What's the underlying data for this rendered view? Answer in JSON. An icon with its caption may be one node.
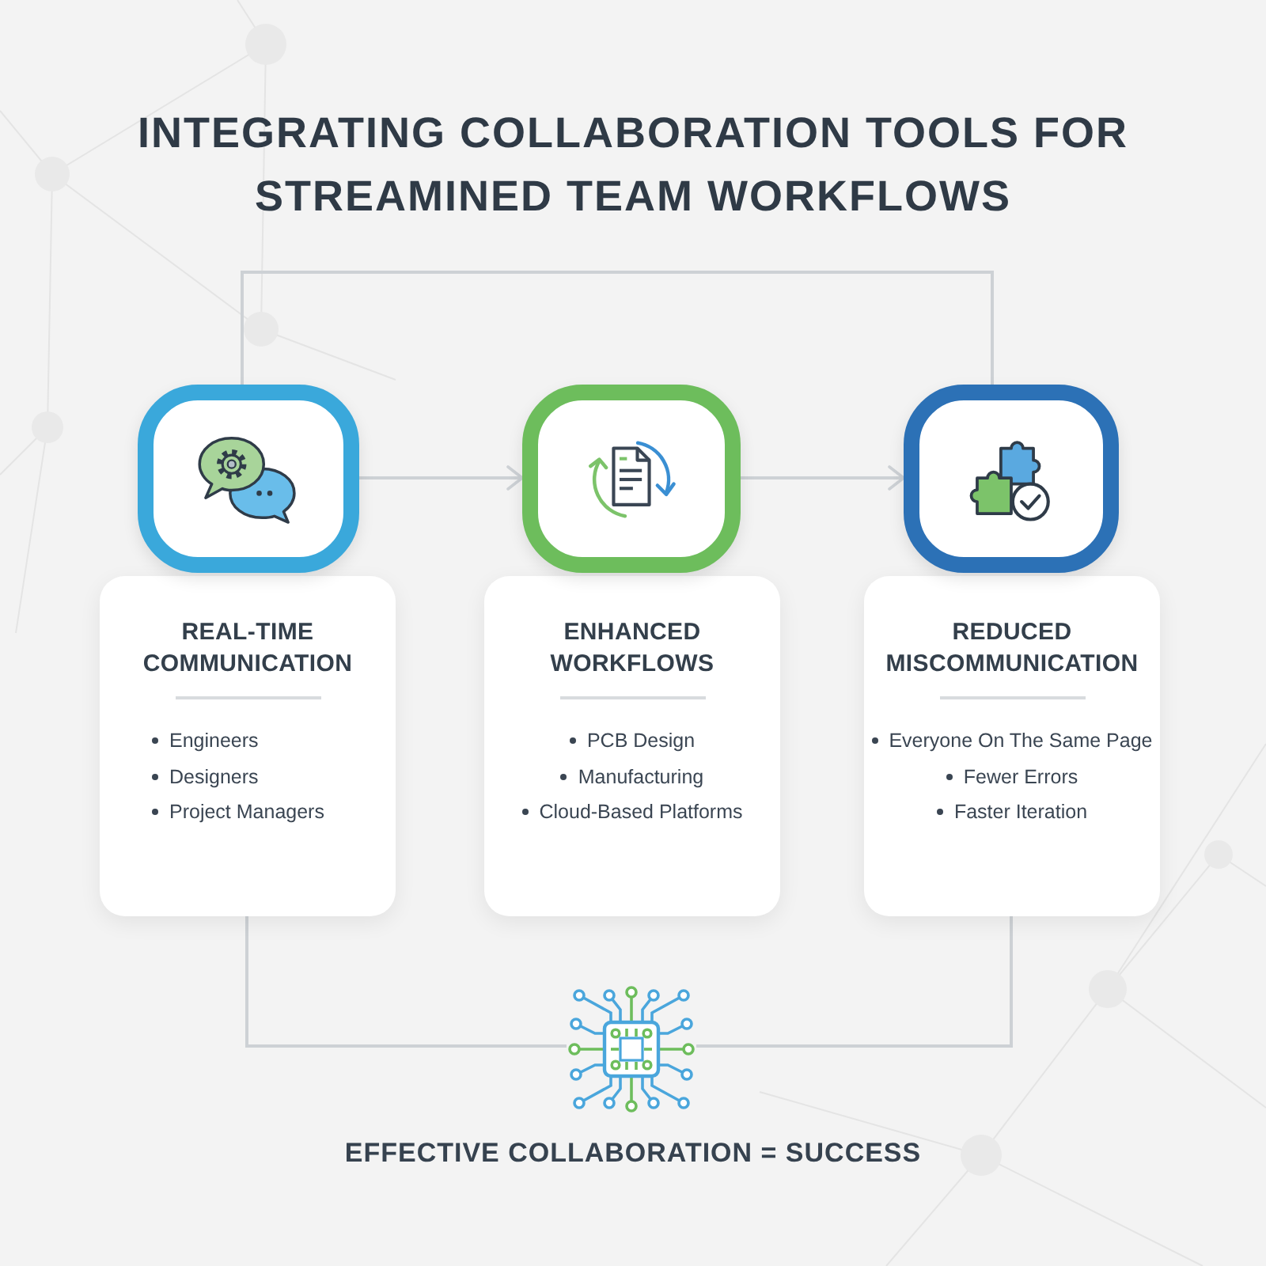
{
  "diagram": {
    "title": "INTEGRATING COLLABORATION TOOLS FOR STREAMINED TEAM WORKFLOWS",
    "nodes": [
      {
        "text": [],
        "shape": "box"
      },
      {
        "text": [
          "REAL-TIME COMMUNICATION",
          "Engineers",
          "Designers",
          "Project Managers"
        ]
      },
      {
        "text": [],
        "shape": "box"
      },
      {
        "text": [
          "ENHANCED WORKFLOWS",
          "PCB Design",
          "Manufacturing",
          "Cloud-Based Platforms"
        ]
      },
      {
        "text": [],
        "shape": "box"
      },
      {
        "text": [
          "REDUCED MISCOMMUNICATION",
          "Everyone On The Same Page",
          "Fewer Errors",
          "Faster Iteration"
        ]
      },
      {
        "text": [],
        "shape": "picture"
      }
    ],
    "edges": [
      {
        "from": 0,
        "to": 2,
        "arrow": "to"
      },
      {
        "from": 2,
        "to": 4,
        "arrow": "to"
      },
      {
        "from": 0,
        "to": 4,
        "arrow": "none"
      },
      {
        "from": 1,
        "to": 6,
        "arrow": "none"
      },
      {
        "from": 5,
        "to": 6,
        "arrow": "none"
      }
    ],
    "labels": [
      "EFFECTIVE COLLABORATION = SUCCESS"
    ]
  }
}
